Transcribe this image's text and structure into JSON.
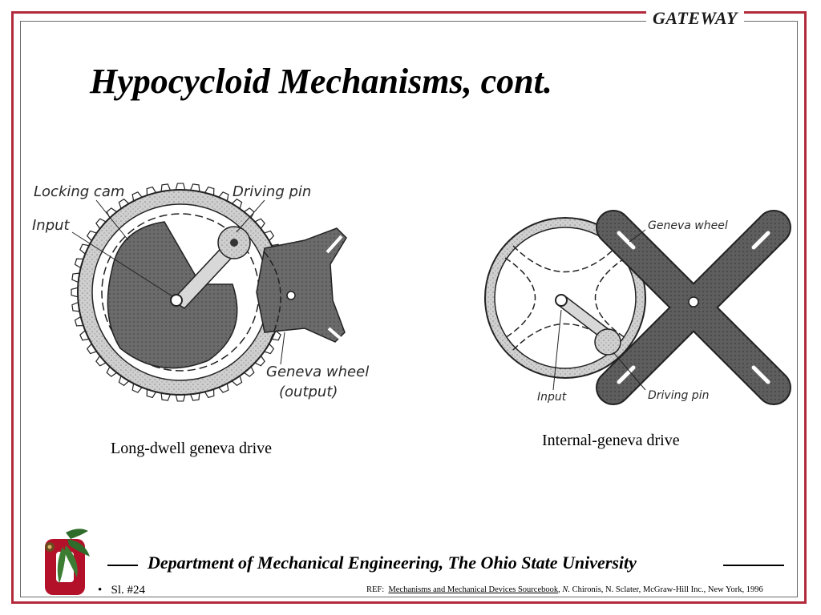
{
  "brand": "GATEWAY",
  "title": "Hypocycloid Mechanisms, cont.",
  "left_figure": {
    "caption": "Long-dwell geneva drive",
    "labels": {
      "locking_cam": "Locking cam",
      "driving_pin": "Driving pin",
      "input": "Input",
      "geneva_wheel": "Geneva wheel",
      "output": "(output)"
    }
  },
  "right_figure": {
    "caption": "Internal-geneva drive",
    "labels": {
      "geneva_wheel": "Geneva wheel",
      "input": "Input",
      "driving_pin": "Driving pin"
    }
  },
  "footer": {
    "department": "Department of Mechanical Engineering, The Ohio State University",
    "bullet": "•",
    "slide_number": "Sl. #24",
    "ref_prefix": "REF:",
    "ref_book": "Mechanisms and Mechanical Devices Sourcebook",
    "ref_author_initial": "N.",
    "ref_rest": "Chironis, N. Sclater, McGraw-Hill Inc., New York, 1996"
  },
  "colors": {
    "frame": "#b22b3c",
    "logo_red": "#b3102a",
    "logo_green": "#2f6b2a"
  },
  "icons": [
    "ohio-state-logo",
    "buckeye-leaf-icon"
  ]
}
